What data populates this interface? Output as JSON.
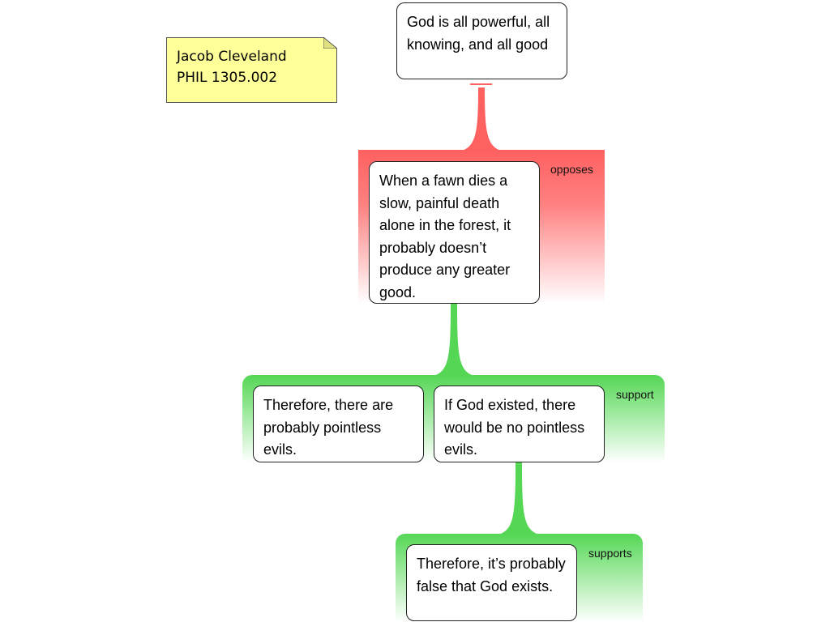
{
  "note": {
    "line1": "Jacob Cleveland",
    "line2": "PHIL 1305.002"
  },
  "claims": {
    "main": "God is all powerful, all knowing, and all good",
    "objection": "When a fawn dies a slow, painful death alone in the forest, it probably doesn’t produce any greater good.",
    "premise1": "Therefore, there are probably pointless evils.",
    "premise2": "If God existed, there would be no pointless evils.",
    "conclusion": "Therefore, it’s probably false that God exists."
  },
  "relations": {
    "opposes": "opposes",
    "support": "support",
    "supports": "supports"
  },
  "colors": {
    "oppose": "#ff6060",
    "support": "#55d655",
    "note": "#ffff99"
  }
}
